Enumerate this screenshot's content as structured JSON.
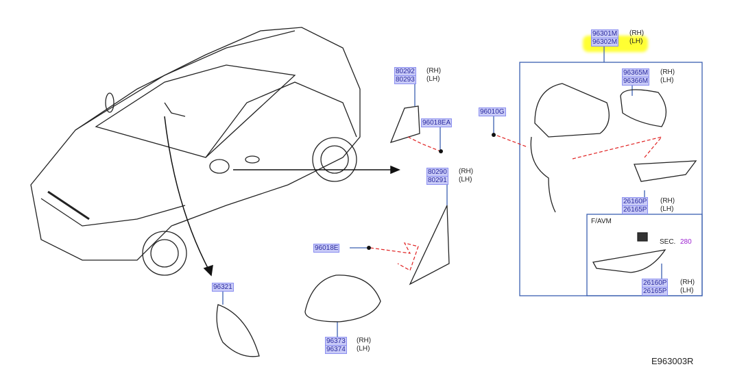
{
  "parts": {
    "p96301M": "96301M",
    "p96302M": "96302M",
    "p96365M": "96365M",
    "p96366M": "96366M",
    "p80292": "80292",
    "p80293": "80293",
    "p96018EA": "96018EA",
    "p96010G": "96010G",
    "p80290": "80290",
    "p80291": "80291",
    "p26160P_a": "26160P",
    "p26165P_a": "26165P",
    "p26160P_b": "26160P",
    "p26165P_b": "26165P",
    "p96018E": "96018E",
    "p96321": "96321",
    "p96373": "96373",
    "p96374": "96374"
  },
  "sides": {
    "rh": "(RH)",
    "lh": "(LH)"
  },
  "favm": "F/AVM",
  "sec_label": "SEC.",
  "sec_number": "280",
  "diagram_code": "E963003R",
  "colors": {
    "label_bg": "#c9cbf7",
    "highlight": "#ffff33",
    "frame": "#3a5fb0",
    "dash": "#e02020"
  }
}
